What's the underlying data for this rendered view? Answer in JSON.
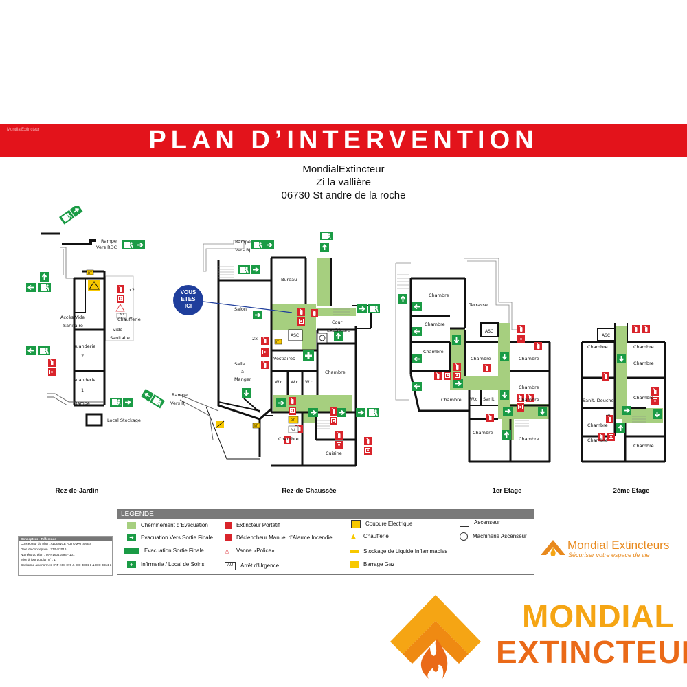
{
  "header": {
    "title": "PLAN D’INTERVENTION",
    "small_brand": "MondialExtincteur",
    "company": "MondialExtincteur",
    "street": "Zi la vallière",
    "city": "06730 St andre de la roche"
  },
  "floors": {
    "rez_de_jardin": "Rez-de-Jardin",
    "rez_de_chaussee": "Rez-de-Chaussée",
    "premier_etage": "1er Etage",
    "deuxieme_etage": "2ème Etage"
  },
  "rooms": {
    "rampe_rdc": [
      "Rampe",
      "Vers RDC"
    ],
    "acces_vide": [
      "Accès Vide",
      "Sanitaire"
    ],
    "chaufferie": "Chaufferie",
    "vide_sanitaire": [
      "Vide",
      "Sanitaire"
    ],
    "buanderie2": [
      "Buanderie",
      "2"
    ],
    "buanderie1": [
      "Buanderie",
      "1"
    ],
    "rampe": "Rampe",
    "local_stockage": "Local Stockage",
    "rampe_rj_top": [
      "Rampe",
      "Vers RJ"
    ],
    "rampe_rj_left": [
      "Rampe",
      "Vers RJ"
    ],
    "bureau": "Bureau",
    "salon": "Salon",
    "cour": [
      "Cour",
      "Extérieure"
    ],
    "vestiaires": "Vestiaires",
    "salle": [
      "Salle",
      "à",
      "Manger"
    ],
    "wc": "W.c",
    "chambre": "Chambre",
    "cuisine": "Cuisine",
    "terrasse": "Terrasse",
    "sanit": "Sanit.",
    "sanit_douches": "Sanit. Douches",
    "asc": "ASC",
    "au": "AU",
    "bt": "BT",
    "x2": "x2",
    "2x": "2x"
  },
  "you_are_here": [
    "VOUS",
    "ETES",
    "ICI"
  ],
  "legend": {
    "title": "LEGENDE",
    "items": [
      {
        "label": "Cheminement d’Evacuation",
        "icon": "green-path-swatch"
      },
      {
        "label": "Evacuation Vers Sortie Finale",
        "icon": "green-arrow-icon"
      },
      {
        "label": "Evacuation Sortie Finale",
        "icon": "exit-runner-icon"
      },
      {
        "label": "Infirmerie / Local de Soins",
        "icon": "first-aid-cross-icon"
      },
      {
        "label": "Extincteur Portatif",
        "icon": "fire-extinguisher-icon"
      },
      {
        "label": "Déclencheur Manuel d’Alarme Incendie",
        "icon": "alarm-call-point-icon"
      },
      {
        "label": "Vanne «Police»",
        "icon": "police-valve-icon"
      },
      {
        "label": "Arrêt d’Urgence",
        "icon": "emergency-stop-icon"
      },
      {
        "label": "Coupure Electrique",
        "icon": "electric-cut-icon"
      },
      {
        "label": "Chaufferie",
        "icon": "boiler-warning-icon"
      },
      {
        "label": "Stockage de Liquide Inflammables",
        "icon": "flammable-storage-icon"
      },
      {
        "label": "Barrage Gaz",
        "icon": "gas-barrier-icon"
      },
      {
        "label": "Ascenseur",
        "icon": "elevator-icon"
      },
      {
        "label": "Machinerie Ascenseur",
        "icon": "elevator-machinery-icon"
      }
    ]
  },
  "meta": {
    "head": "Concepteur - Référence",
    "rows": [
      "Concepteur du plan : ALLIANCE AUTOMATISMES",
      "Date de conception : 27/04/2016",
      "Numéro du plan : T6-P16041994 - 101",
      "Mise à jour du plan n° : 1",
      "Conforme aux normes : NF X08-070 & ISO 3864-1 & ISO 3864-3"
    ]
  },
  "brand": {
    "small_name": "Mondial Extincteurs",
    "small_tagline": "Sécuriser votre espace de vie",
    "big_word1": "MONDIAL",
    "big_word2": "EXTINCTEUR"
  },
  "colors": {
    "banner": "#e3131b",
    "evac_path": "#a6cf7f",
    "exit_sign": "#1a9b45",
    "equipment": "#d9242b",
    "brand_orange": "#f5a514",
    "brand_dark_orange": "#ea6a18",
    "you_are_here": "#1f3e9c"
  }
}
